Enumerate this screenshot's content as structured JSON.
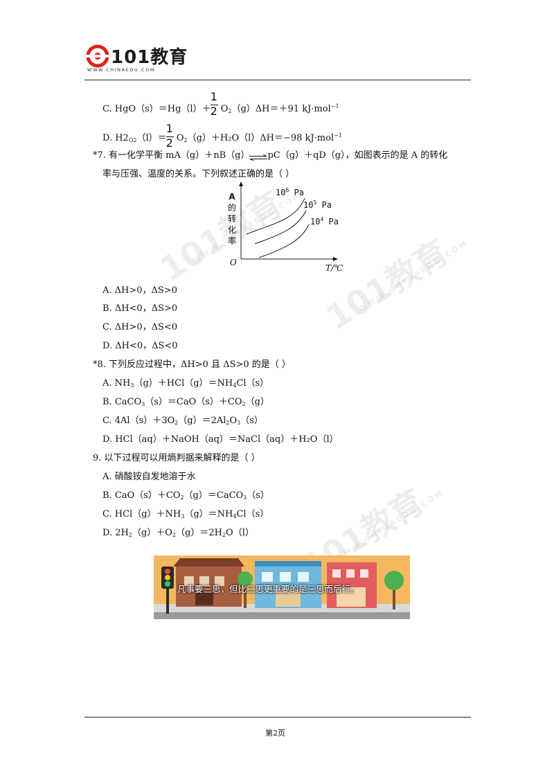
{
  "header": {
    "logo_main": "101教育",
    "logo_sub": "WWW.CHINAEDU.COM"
  },
  "watermark": {
    "main": "101教育",
    "sub": "WWW.CHINAEDU.COM"
  },
  "options_prev": {
    "C": {
      "pre": "C. HgO（s）＝Hg（l）＋",
      "frac_num": "1",
      "frac_den": "2",
      "post_o2": "O",
      "post_rest": "（g）ΔH＝＋91 kJ·mol",
      "post_exp": "−1"
    },
    "D": {
      "pre_a": "D. H2",
      "pre_sub": "O2",
      "pre_b": "（l）＝",
      "frac_num": "1",
      "frac_den": "2",
      "post_o2": "O",
      "post_rest": "（g）＋H₂O（l）ΔH＝−98 kJ·mol",
      "post_exp": "−1"
    }
  },
  "q7": {
    "line1_a": "*7.  有一化学平衡 mA（g）＋nB（g）",
    "line1_b": "pC（g）＋qD（g），如图表示的是 A 的转化",
    "line2": "率与压强、温度的关系。下列叙述正确的是（        ）",
    "options": [
      "A. ΔH>0，ΔS>0",
      "B. ΔH<0，ΔS>0",
      "C. ΔH>0，ΔS<0",
      "D. ΔH<0，ΔS<0"
    ]
  },
  "graph": {
    "ylabel_chars": [
      "A",
      "的",
      "转",
      "化",
      "率"
    ],
    "origin": "O",
    "xlabel": "T/℃",
    "curves": [
      {
        "base": "10",
        "exp": "6",
        "unit": "Pa"
      },
      {
        "base": "10",
        "exp": "5",
        "unit": "Pa"
      },
      {
        "base": "10",
        "exp": "4",
        "unit": "Pa"
      }
    ]
  },
  "q8": {
    "stem": "*8.  下列反应过程中，ΔH>0 且 ΔS>0 的是（        ）",
    "A": {
      "a": "A. NH",
      "s1": "3",
      "b": "（g）＋HCl（g）＝NH",
      "s2": "4",
      "c": "Cl（s）"
    },
    "B": {
      "a": "B. CaCO",
      "s1": "3",
      "b": "（s）＝CaO（s）＋CO",
      "s2": "2",
      "c": "（g）"
    },
    "C": {
      "a": "C. 4Al（s）＋3O",
      "s1": "2",
      "b": "（g）＝2Al",
      "s2": "2",
      "c": "O",
      "s3": "3",
      "d": "（s）"
    },
    "D": "D. HCl（aq）＋NaOH（aq）＝NaCl（aq）＋H₂O（l）"
  },
  "q9": {
    "stem": "9.  以下过程可以用熵判据来解释的是（        ）",
    "A": "A.  硝酸铵自发地溶于水",
    "B": {
      "a": "B. CaO（s）＋CO",
      "s1": "2",
      "b": "（g）＝CaCO",
      "s2": "3",
      "c": "（s）"
    },
    "C": {
      "a": "C. HCl（g）＋NH",
      "s1": "3",
      "b": "（g）＝NH",
      "s2": "4",
      "c": "Cl（s）"
    },
    "D": {
      "a": "D. 2H",
      "s1": "2",
      "b": "（g）＋O",
      "s2": "2",
      "c": "（g）＝2H",
      "s3": "2",
      "d": "O（l）"
    }
  },
  "banner": {
    "caption": "凡事要三思，但比三思更重要的是三思而后行。"
  },
  "footer": {
    "page": "第2页"
  }
}
